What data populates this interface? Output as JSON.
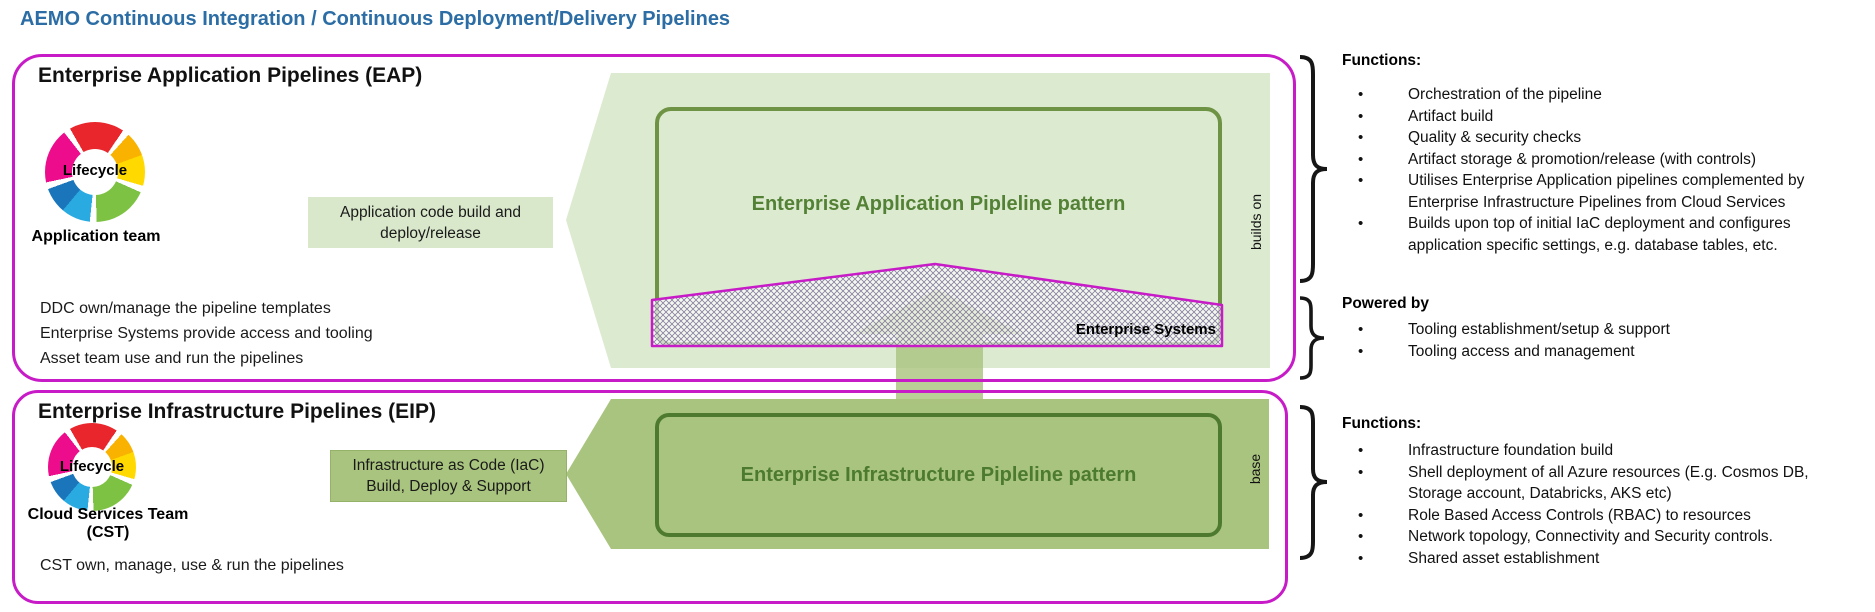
{
  "title": "AEMO Continuous Integration / Continuous Deployment/Delivery Pipelines",
  "colors": {
    "title_blue": "#2b6da4",
    "accent_magenta": "#c71bc7",
    "light_green": "#dcead0",
    "medium_green": "#a9c47f",
    "olive_border": "#6e9345",
    "dark_green_border": "#4e7a2f",
    "pattern_text_green": "#538135"
  },
  "eap": {
    "heading": "Enterprise Application Pipelines (EAP)",
    "lifecycle_label": "Lifecycle",
    "team_label": "Application team",
    "notes": [
      "DDC own/manage the pipeline templates",
      "Enterprise Systems provide access and tooling",
      "Asset team use and run the pipelines"
    ],
    "code_box": "Application code build and deploy/release",
    "pattern_label": "Enterprise Application Pipleline pattern",
    "enterprise_systems_label": "Enterprise Systems",
    "builds_on_label": "builds on",
    "functions_heading": "Functions:",
    "functions": [
      "Orchestration of the pipeline",
      "Artifact build",
      "Quality & security checks",
      "Artifact storage & promotion/release (with controls)",
      "Utilises Enterprise Application pipelines complemented by Enterprise Infrastructure Pipelines from Cloud Services",
      "Builds upon top of initial IaC deployment and configures application specific settings, e.g. database tables, etc."
    ],
    "powered_by_heading": "Powered by",
    "powered_by": [
      "Tooling establishment/setup & support",
      "Tooling access and management"
    ]
  },
  "eip": {
    "heading": "Enterprise Infrastructure Pipelines (EIP)",
    "lifecycle_label": "Lifecycle",
    "team_label": "Cloud Services Team (CST)",
    "notes": [
      "CST own, manage, use & run the pipelines"
    ],
    "code_box": "Infrastructure as Code (IaC) Build, Deploy & Support",
    "pattern_label": "Enterprise Infrastructure Pipleline pattern",
    "base_label": "base",
    "functions_heading": "Functions:",
    "functions": [
      "Infrastructure foundation build",
      "Shell deployment of all Azure resources (E.g. Cosmos DB, Storage account, Databricks, AKS etc)",
      "Role Based Access Controls (RBAC) to resources",
      "Network topology, Connectivity and Security controls.",
      "Shared asset establishment"
    ]
  }
}
